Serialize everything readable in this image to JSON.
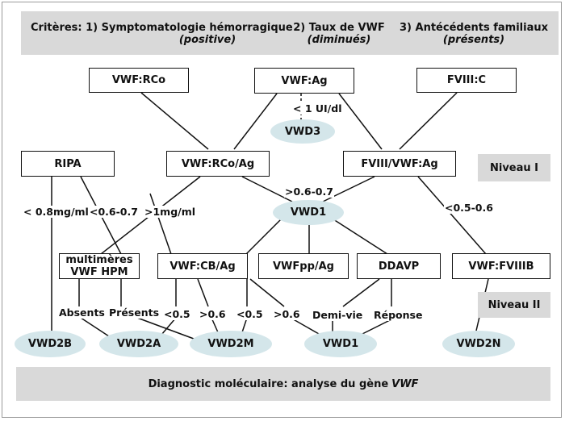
{
  "criteria": {
    "c1_label": "Critères: 1) Symptomatologie hémorragique",
    "c1_sub": "(positive)",
    "c2_label": "2) Taux de VWF",
    "c2_sub": "(diminués)",
    "c3_label": "3) Antécédents familiaux",
    "c3_sub": "(présents)"
  },
  "boxes": {
    "vwf_rco": "VWF:RCo",
    "vwf_ag": "VWF:Ag",
    "fviii_c": "FVIII:C",
    "ripa": "RIPA",
    "vwf_rco_ag": "VWF:RCo/Ag",
    "fviii_vwf_ag": "FVIII/VWF:Ag",
    "multimeres_line1": "multimères",
    "multimeres_line2": "VWF HPM",
    "vwf_cb_ag": "VWF:CB/Ag",
    "vwfpp_ag": "VWFpp/Ag",
    "ddavp": "DDAVP",
    "vwf_fviiib": "VWF:FVIIIB"
  },
  "ovals": {
    "vwd3": "VWD3",
    "vwd1_mid": "VWD1",
    "vwd2b": "VWD2B",
    "vwd2a": "VWD2A",
    "vwd2m": "VWD2M",
    "vwd1_bottom": "VWD1",
    "vwd2n": "VWD2N"
  },
  "labels": {
    "lt_1ui": "< 1 UI/dl",
    "lt_08": "< 0.8mg/ml",
    "lt_06_07": "<0.6-0.7",
    "gt_1mg": ">1mg/ml",
    "gt_06_07": ">0.6-0.7",
    "lt_05_06": "<0.5-0.6",
    "absents": "Absents",
    "presents": "Présents",
    "lt_05_a": "<0.5",
    "gt_06_a": ">0.6",
    "lt_05_b": "<0.5",
    "gt_06_b": ">0.6",
    "demi_vie": "Demi-vie",
    "reponse": "Réponse"
  },
  "levels": {
    "niveau1": "Niveau I",
    "niveau2": "Niveau II"
  },
  "footer": {
    "text": "Diagnostic moléculaire: analyse du gène",
    "gene": "VWF"
  },
  "colors": {
    "banner_gray": "#d9d9d9",
    "oval_fill": "#d4e6ea",
    "line": "#111111"
  }
}
